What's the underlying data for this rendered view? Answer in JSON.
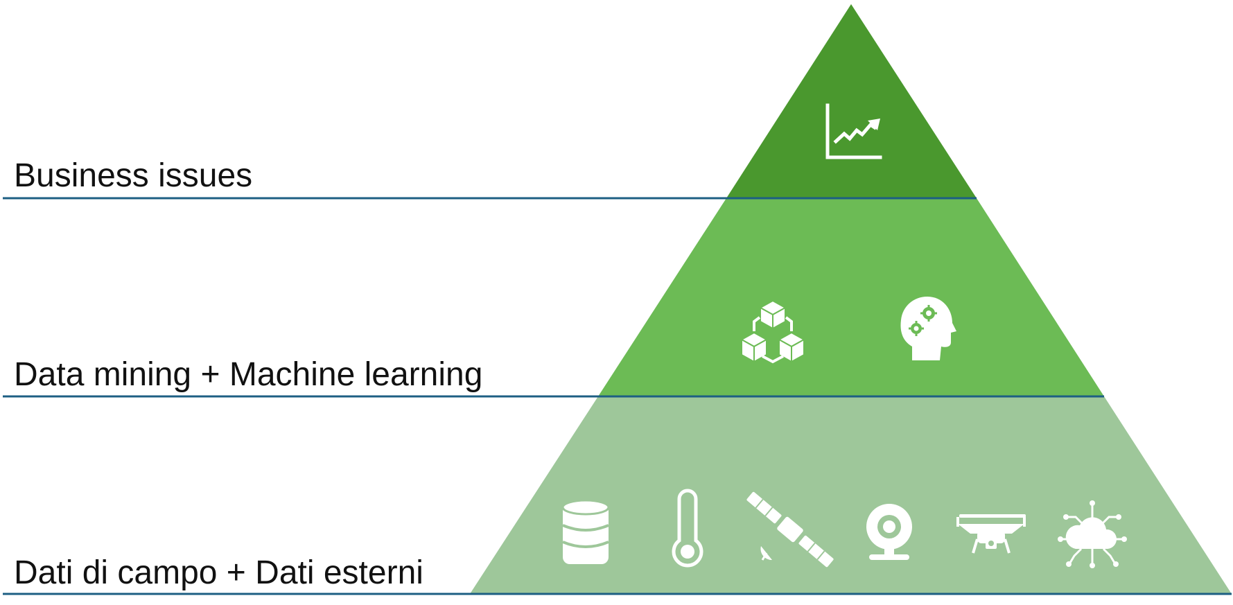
{
  "levels": [
    {
      "label": "Business issues",
      "color": "#4a982e",
      "icons": [
        "growth-chart-icon"
      ]
    },
    {
      "label": "Data mining + Machine learning",
      "color": "#6cbb55",
      "icons": [
        "network-cubes-icon",
        "ai-head-gears-icon"
      ]
    },
    {
      "label": "Dati di campo + Dati esterni",
      "color": "#9ec79a",
      "icons": [
        "database-icon",
        "thermometer-icon",
        "satellite-icon",
        "webcam-icon",
        "drone-icon",
        "iot-cloud-icon"
      ]
    }
  ],
  "divider_color": "#1d5f83",
  "icon_color": "#ffffff"
}
